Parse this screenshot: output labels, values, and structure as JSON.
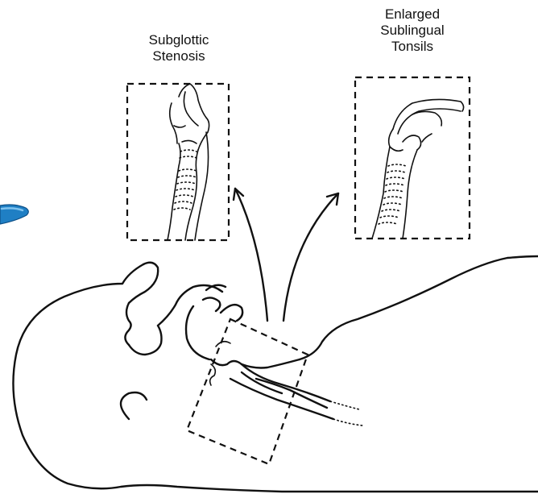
{
  "labels": {
    "left": [
      "Subglottic",
      "Stenosis"
    ],
    "right": [
      "Enlarged",
      "Sublingual",
      "Tonsils"
    ]
  },
  "colors": {
    "ink": "#111111",
    "tool": "#1f7fc4",
    "tool_highlight": "#7fc3ef"
  },
  "icons": {
    "instrument": "blue-instrument-icon"
  }
}
